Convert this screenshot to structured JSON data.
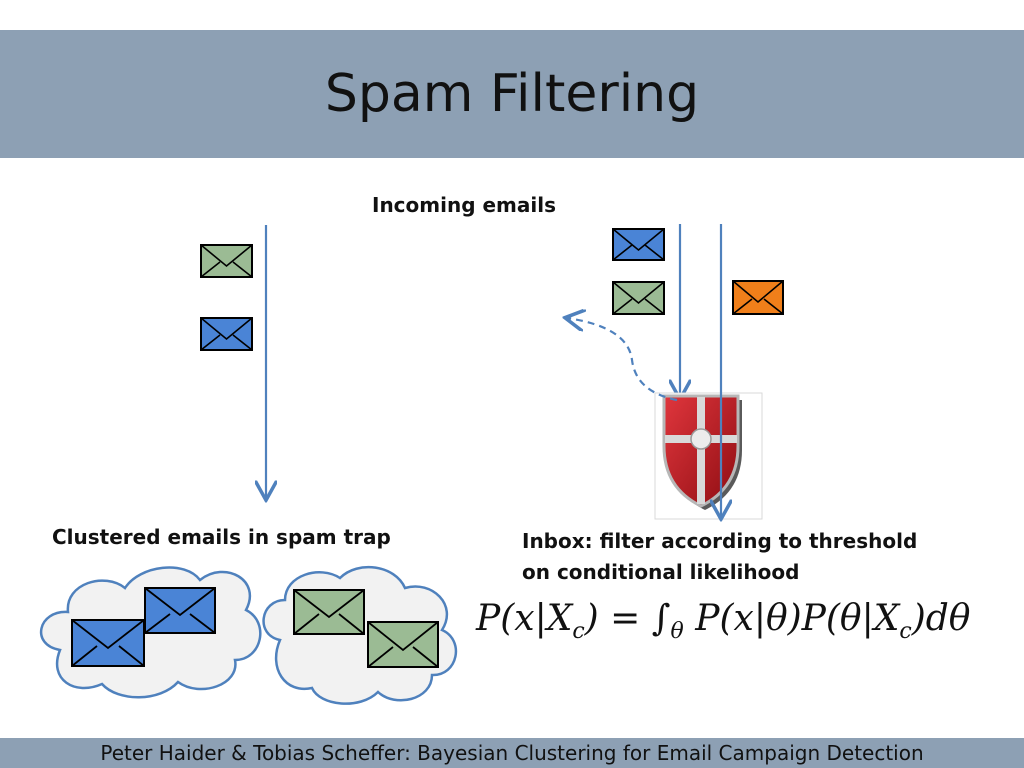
{
  "slide": {
    "title": "Spam Filtering",
    "incoming_label": "Incoming emails",
    "clustered_label": "Clustered emails in spam trap",
    "inbox_label_line1": "Inbox: filter according to threshold",
    "inbox_label_line2": "on conditional likelihood",
    "footer": "Peter Haider & Tobias Scheffer: Bayesian Clustering for Email Campaign Detection"
  },
  "formula": {
    "lhs": "P(x|X",
    "lhs_sub": "c",
    "lhs_close": ")",
    "equals": "=",
    "integral": "∫",
    "integral_sub": "θ",
    "rhs": "P(x|θ)P(θ|X",
    "rhs_sub": "c",
    "rhs_close": ")dθ"
  },
  "colors": {
    "header": "#8da0b4",
    "arrow": "#4f81bd",
    "envelope_green": "#9bbb94",
    "envelope_blue": "#4a84d6",
    "envelope_orange": "#f07f1a",
    "shield_red": "#c8141c"
  },
  "icons": [
    "envelope-icon",
    "shield-icon",
    "cloud-icon",
    "arrow-icon"
  ]
}
